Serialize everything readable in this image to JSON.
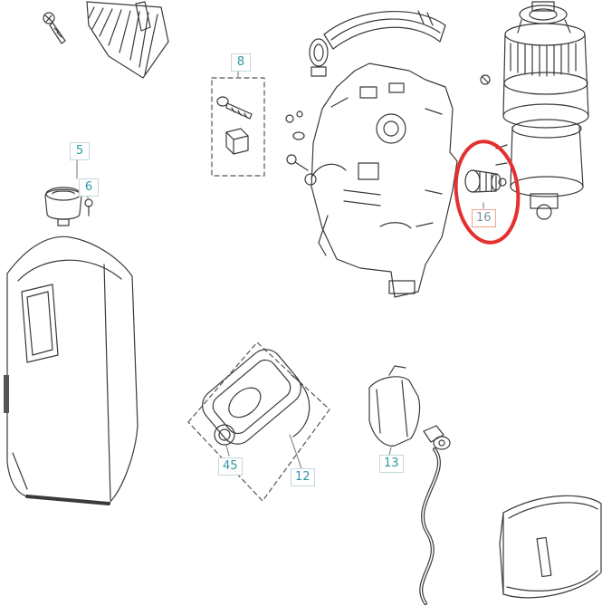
{
  "diagram": {
    "name": "exploded-parts-diagram",
    "highlight_color": "#e53030",
    "label_color": "#2e98a6",
    "highlight_label_border": "#f0a48e",
    "labels": [
      {
        "id": "5",
        "highlighted": false
      },
      {
        "id": "6",
        "highlighted": false
      },
      {
        "id": "8",
        "highlighted": false
      },
      {
        "id": "16",
        "highlighted": true
      },
      {
        "id": "45",
        "highlighted": false
      },
      {
        "id": "12",
        "highlighted": false
      },
      {
        "id": "13",
        "highlighted": false
      }
    ]
  }
}
